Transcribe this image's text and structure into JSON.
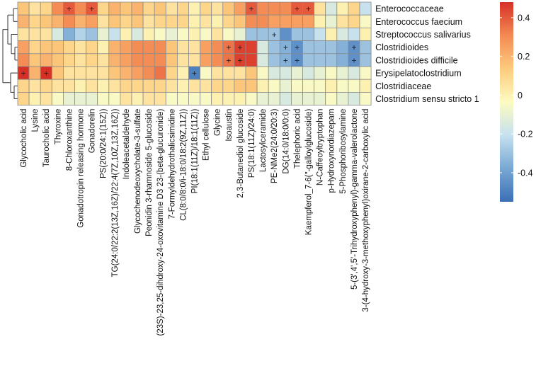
{
  "chart_data": {
    "type": "heatmap",
    "title": "",
    "rows": [
      "Enterococcaceae",
      "Enterococcus faecium",
      "Streptococcus salivarius",
      "Clostridioides",
      "Clostridioides difficile",
      "Erysipelatoclostridium",
      "Clostridiaceae",
      "Clostridium sensu stricto 1"
    ],
    "columns": [
      "Glycocholic acid",
      "Lysine",
      "Taurocholic acid",
      "Thyroxine",
      "8-Chloroxanthine",
      "Gonadotropin releasing hormone",
      "Gonadorelin",
      "PS(20:0/24:1(15Z))",
      "TG(24:0/22:2(13Z,16Z)/22:4(7Z,10Z,13Z,16Z))",
      "Indoleacetaldehyde",
      "Glycochenodeoxycholate-3-sulfate",
      "Peonidin 3-rhamnoside 5-glucoside",
      "(23S)-23,25-dihdroxy-24-oxovitamine D3 23-(beta-glucuronide)",
      "7-Formyldehydrothalicsimidine",
      "CL(8:0/8:0/i-18:0/18:2(9Z,11Z))",
      "PI(18:1(11Z)/18:1(11Z))",
      "Ethyl cellulose",
      "Glycine",
      "Isoaustin",
      "2,3-Butanediol glucoside",
      "PS(18:1(11Z)/24:0)",
      "Lactosylceramide",
      "PE-NMe2(24:0/20:3)",
      "DG(14:0/18:0/0:0)",
      "Thelephoric acid",
      "Kaempferol_7-6(\"-galloylglucoside)",
      "N-Caffeoyltryptophan",
      "p-Hydroxynordiazepam",
      "5-Phosphoribosylamine",
      "5-(3',4',5'-Trihydroxyphenyl)-gamma-valerolactone",
      "3-(4-hydroxy-3-methoxyphenyl)oxirane-2-carboxylic acid"
    ],
    "values": [
      [
        0.15,
        0.05,
        0.1,
        0.3,
        0.4,
        0.3,
        0.4,
        0.1,
        0.2,
        0.15,
        0.2,
        0.1,
        0.15,
        0.05,
        0.1,
        0.0,
        0.1,
        0.05,
        0.15,
        0.25,
        0.4,
        0.3,
        0.3,
        0.3,
        0.4,
        0.4,
        0.05,
        -0.15,
        0.0,
        0.1,
        -0.2
      ],
      [
        0.2,
        0.1,
        0.15,
        0.2,
        0.3,
        0.2,
        0.25,
        0.05,
        0.15,
        0.1,
        0.15,
        0.05,
        0.1,
        0.1,
        0.1,
        0.0,
        0.05,
        0.0,
        0.1,
        0.15,
        0.3,
        0.3,
        0.25,
        0.25,
        0.25,
        0.25,
        0.0,
        -0.1,
        0.05,
        0.1,
        -0.05
      ],
      [
        0.05,
        0.05,
        0.05,
        -0.15,
        -0.35,
        -0.25,
        -0.3,
        -0.1,
        -0.2,
        0.0,
        -0.15,
        0.0,
        -0.05,
        -0.1,
        -0.05,
        0.0,
        -0.05,
        0.05,
        -0.05,
        -0.1,
        -0.3,
        -0.3,
        -0.3,
        -0.45,
        -0.3,
        -0.3,
        -0.2,
        0.0,
        -0.15,
        -0.2,
        0.0
      ],
      [
        0.25,
        0.1,
        0.15,
        0.15,
        0.1,
        0.05,
        0.1,
        0.0,
        0.2,
        0.25,
        0.3,
        0.3,
        0.3,
        0.15,
        0.05,
        0.05,
        0.25,
        0.3,
        0.35,
        0.45,
        0.45,
        -0.15,
        -0.3,
        -0.35,
        -0.45,
        -0.3,
        -0.3,
        -0.3,
        -0.35,
        -0.45,
        -0.3
      ],
      [
        0.3,
        0.15,
        0.2,
        0.15,
        0.1,
        0.05,
        0.1,
        0.05,
        0.2,
        0.25,
        0.3,
        0.3,
        0.3,
        0.15,
        0.05,
        0.05,
        0.25,
        0.3,
        0.35,
        0.45,
        0.45,
        -0.15,
        -0.3,
        -0.35,
        -0.45,
        -0.3,
        -0.3,
        -0.3,
        -0.35,
        -0.45,
        -0.3
      ],
      [
        0.5,
        0.2,
        0.5,
        0.15,
        0.05,
        0.05,
        0.05,
        0.05,
        0.15,
        0.2,
        0.25,
        0.3,
        0.35,
        0.1,
        0.0,
        -0.5,
        -0.05,
        0.05,
        0.05,
        0.05,
        0.15,
        -0.05,
        -0.15,
        -0.15,
        -0.1,
        -0.15,
        -0.1,
        -0.05,
        -0.1,
        -0.15,
        -0.05
      ],
      [
        0.1,
        0.05,
        0.1,
        0.05,
        0.05,
        0.0,
        0.05,
        0.0,
        0.05,
        0.1,
        0.1,
        0.1,
        0.1,
        0.05,
        0.0,
        0.05,
        0.05,
        0.1,
        0.1,
        0.15,
        0.15,
        0.0,
        -0.05,
        -0.1,
        -0.05,
        -0.05,
        -0.05,
        0.0,
        -0.05,
        -0.05,
        0.0
      ],
      [
        0.1,
        0.0,
        0.05,
        -0.05,
        -0.1,
        -0.1,
        -0.1,
        -0.05,
        -0.05,
        0.05,
        0.0,
        0.05,
        0.05,
        -0.05,
        -0.05,
        -0.05,
        -0.05,
        0.0,
        0.0,
        0.0,
        -0.05,
        -0.1,
        -0.1,
        -0.15,
        -0.1,
        -0.1,
        -0.1,
        -0.05,
        -0.1,
        -0.15,
        -0.05
      ]
    ],
    "significant_marker": "+",
    "significant_cells": [
      [
        0,
        4
      ],
      [
        0,
        6
      ],
      [
        0,
        20
      ],
      [
        0,
        24
      ],
      [
        0,
        25
      ],
      [
        2,
        22
      ],
      [
        3,
        18
      ],
      [
        3,
        19
      ],
      [
        3,
        23
      ],
      [
        3,
        24
      ],
      [
        3,
        29
      ],
      [
        4,
        18
      ],
      [
        4,
        19
      ],
      [
        4,
        23
      ],
      [
        4,
        24
      ],
      [
        4,
        29
      ],
      [
        5,
        0
      ],
      [
        5,
        2
      ],
      [
        5,
        15
      ]
    ],
    "colorbar": {
      "min": -0.55,
      "max": 0.48,
      "ticks": [
        0.4,
        0.2,
        0,
        -0.2,
        -0.4
      ],
      "colors": [
        "#3B6FB6",
        "#78A8D3",
        "#C6E1EF",
        "#FDFBC0",
        "#FDCB7D",
        "#F48A53",
        "#D73027"
      ]
    },
    "row_dendrogram": true,
    "grid": true,
    "legend": "right"
  }
}
